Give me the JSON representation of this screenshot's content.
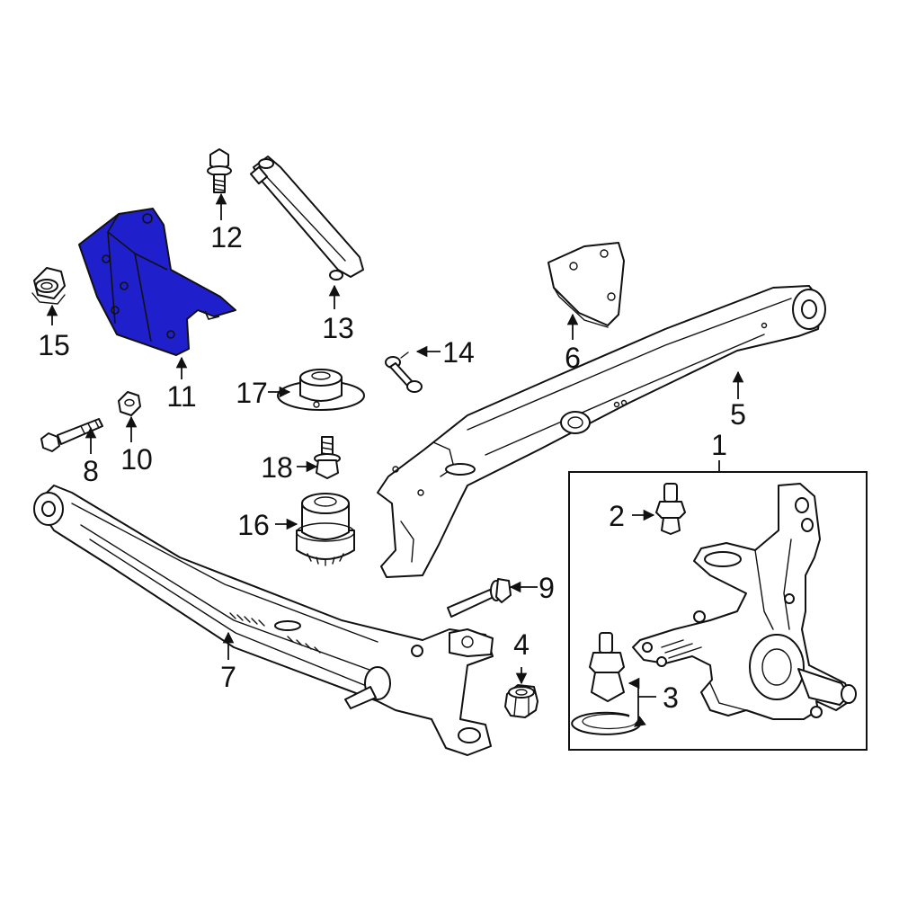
{
  "colors": {
    "highlight": "#1f1fcc",
    "line": "#111111",
    "background": "#ffffff"
  },
  "callouts": {
    "c1": "1",
    "c2": "2",
    "c3": "3",
    "c4": "4",
    "c5": "5",
    "c6": "6",
    "c7": "7",
    "c8": "8",
    "c9": "9",
    "c10": "10",
    "c11": "11",
    "c12": "12",
    "c13": "13",
    "c14": "14",
    "c15": "15",
    "c16": "16",
    "c17": "17",
    "c18": "18"
  },
  "highlighted_part": "11"
}
